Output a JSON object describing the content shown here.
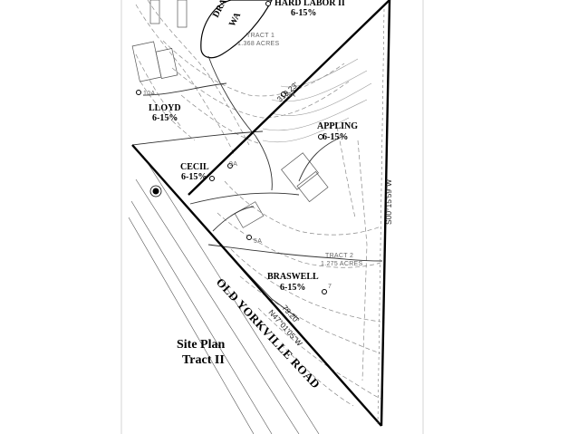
{
  "site_plan": {
    "title_line1": "Site Plan",
    "title_line2": "Tract II",
    "road_label": "OLD YORKVILLE ROAD",
    "tract1": {
      "name": "TRACT 1",
      "area": "1.368 ACRES"
    },
    "tract2": {
      "name": "TRACT 2",
      "area": "1.275 ACRES"
    },
    "dims": {
      "top_segment": "319.23'",
      "bottom_segment": "N47°01'05\"W",
      "bottom_length": "79.20'",
      "east_bearing": "S00°15'59\"W"
    },
    "soils": [
      {
        "name": "HARD LABOR II",
        "slope": "6-15%"
      },
      {
        "name": "LLOYD",
        "slope": "6-15%"
      },
      {
        "name": "APPLING",
        "slope": "6-15%"
      },
      {
        "name": "CECIL",
        "slope": "6-15%"
      },
      {
        "name": "BRASWELL",
        "slope": "6-15%"
      }
    ],
    "map_units": [
      "10A",
      "8A",
      "9A",
      "5A",
      "7"
    ],
    "partial_label_1": "DRA",
    "partial_label_2": "WA"
  }
}
